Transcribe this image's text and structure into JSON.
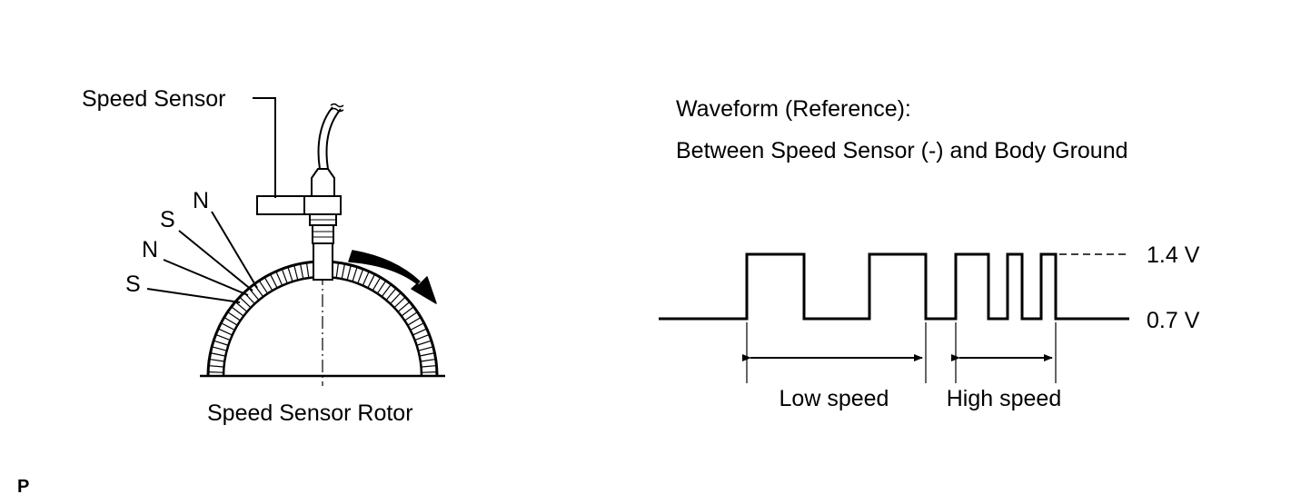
{
  "sensor": {
    "label": "Speed Sensor",
    "rotor_label": "Speed Sensor Rotor",
    "poles": [
      "N",
      "S",
      "N",
      "S"
    ]
  },
  "waveform": {
    "title": "Waveform (Reference):",
    "subtitle": "Between Speed Sensor (-) and Body Ground",
    "high_level": "1.4 V",
    "low_level": "0.7 V",
    "low_speed_label": "Low speed",
    "high_speed_label": "High speed"
  },
  "corner_mark": "P",
  "colors": {
    "line": "#000000",
    "background": "#ffffff"
  }
}
